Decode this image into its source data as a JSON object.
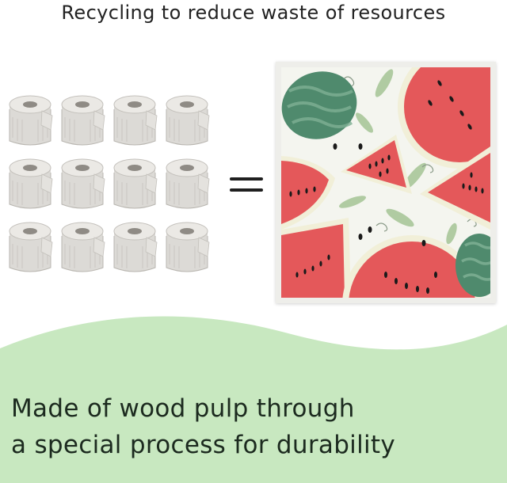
{
  "headline": "Recycling to reduce waste of resources",
  "body_text": {
    "line1": "Made of wood pulp through",
    "line2": "a special process for durability"
  },
  "equals_symbol": "=",
  "colors": {
    "wave_green": "#c8e8c0",
    "watermelon_red": "#e4585a",
    "rind_green": "#4f8a6d",
    "leaf_green": "#a9c79a",
    "cloth_bg": "#f4f5ef"
  }
}
